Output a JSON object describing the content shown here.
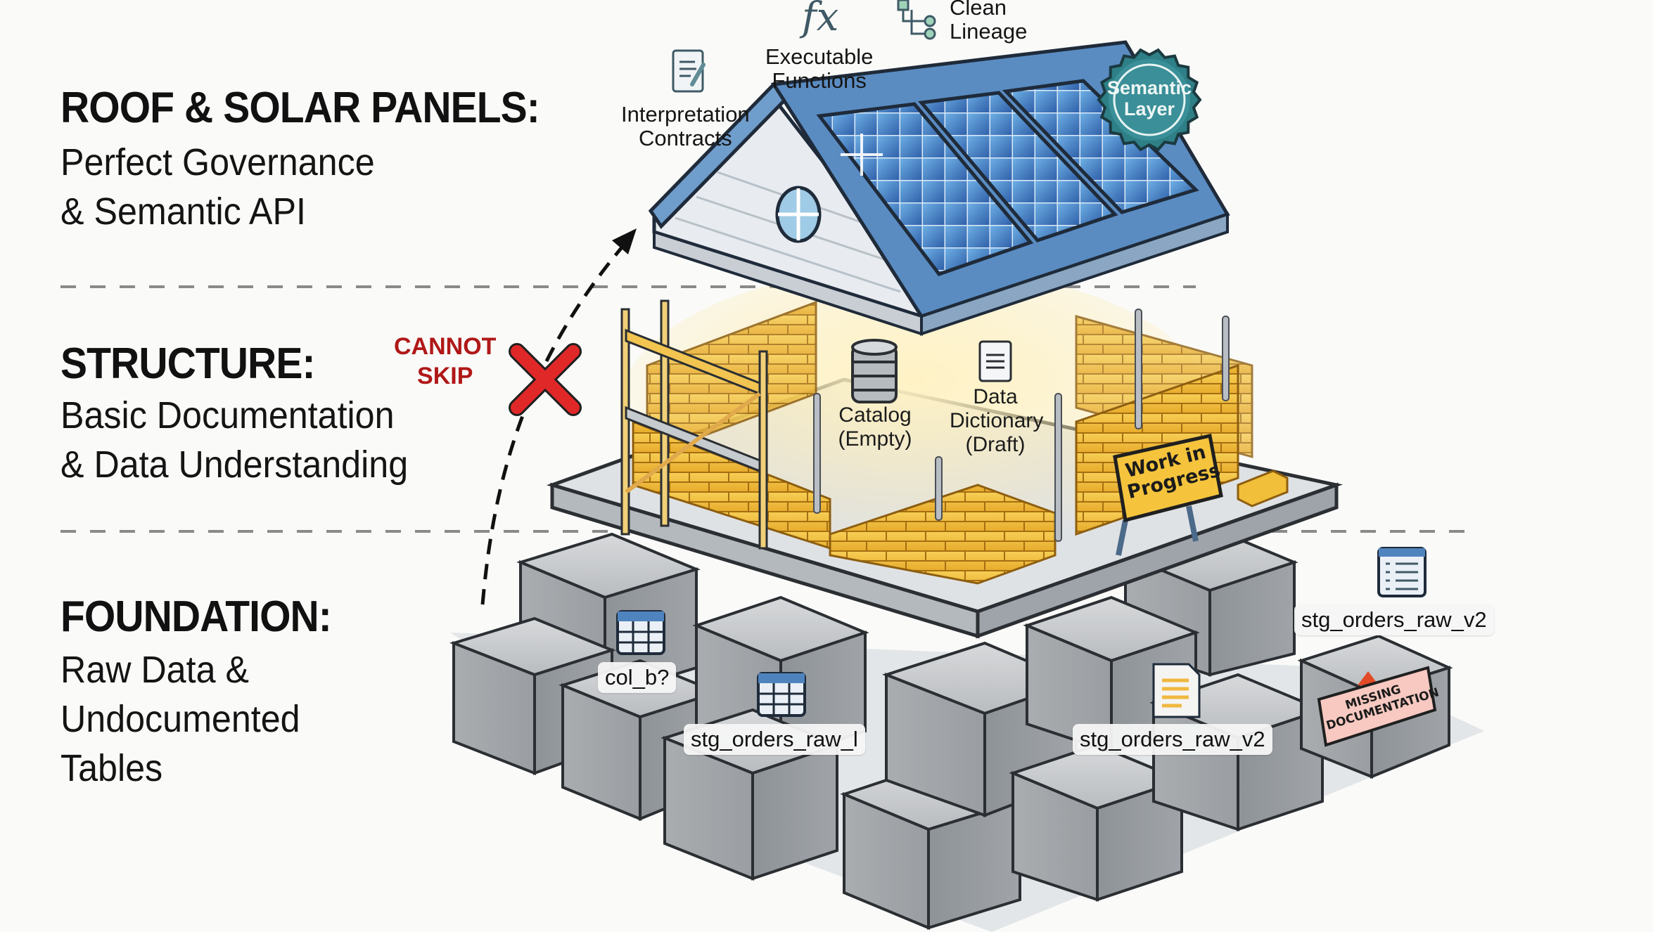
{
  "layers": [
    {
      "id": "roof",
      "heading": "ROOF & SOLAR PANELS:",
      "description": [
        "Perfect Governance",
        "& Semantic API"
      ]
    },
    {
      "id": "structure",
      "heading": "STRUCTURE:",
      "description": [
        "Basic Documentation",
        "& Data Understanding"
      ]
    },
    {
      "id": "foundation",
      "heading": "FOUNDATION:",
      "description": [
        "Raw Data &",
        "Undocumented",
        "Tables"
      ]
    }
  ],
  "roof_features": {
    "interpretation_contracts": {
      "label": [
        "Interpretation",
        "Contracts"
      ],
      "icon": "document-pen-icon"
    },
    "executable_functions": {
      "label": [
        "Executable",
        "Functions"
      ],
      "icon": "fx-icon",
      "glyph": "fx"
    },
    "clean_lineage": {
      "label": [
        "Clean",
        "Lineage"
      ],
      "icon": "lineage-tree-icon"
    },
    "semantic_layer_badge": {
      "label": [
        "Semantic",
        "Layer"
      ],
      "icon": "badge-seal-icon"
    }
  },
  "structure_features": {
    "catalog": {
      "label": [
        "Catalog",
        "(Empty)"
      ],
      "icon": "database-icon"
    },
    "data_dictionary": {
      "label": [
        "Data",
        "Dictionary",
        "(Draft)"
      ],
      "icon": "document-icon"
    },
    "work_sign": {
      "label": [
        "Work in",
        "Progress"
      ]
    }
  },
  "skip_warning": {
    "label": [
      "CANNOT",
      "SKIP"
    ],
    "icon": "red-x-icon",
    "arrow": "dashed-arrow-up-icon"
  },
  "foundation_tags": [
    {
      "label": "col_b?",
      "icon": "table-grid-icon"
    },
    {
      "label": "stg_orders_raw_l",
      "icon": "table-grid-icon"
    },
    {
      "label": "stg_orders_raw_v2",
      "icon": "yellow-document-icon"
    },
    {
      "label": "stg_orders_raw_v2",
      "icon": "list-table-icon"
    }
  ],
  "missing_doc_sign": {
    "label": [
      "MISSING",
      "DOCUMENTATION"
    ],
    "icon": "warning-triangle-icon"
  },
  "colors": {
    "background": "#fafaf8",
    "warning_red": "#b01818",
    "x_red": "#e02828",
    "solar_blue": "#3a6fb5",
    "roof_blue": "#5a8cc2",
    "brick_yellow": "#f0c040",
    "stone_gray": "#a3a7ab",
    "badge_teal": "#2e7f86",
    "missing_doc_pink": "#f7c9c0"
  }
}
